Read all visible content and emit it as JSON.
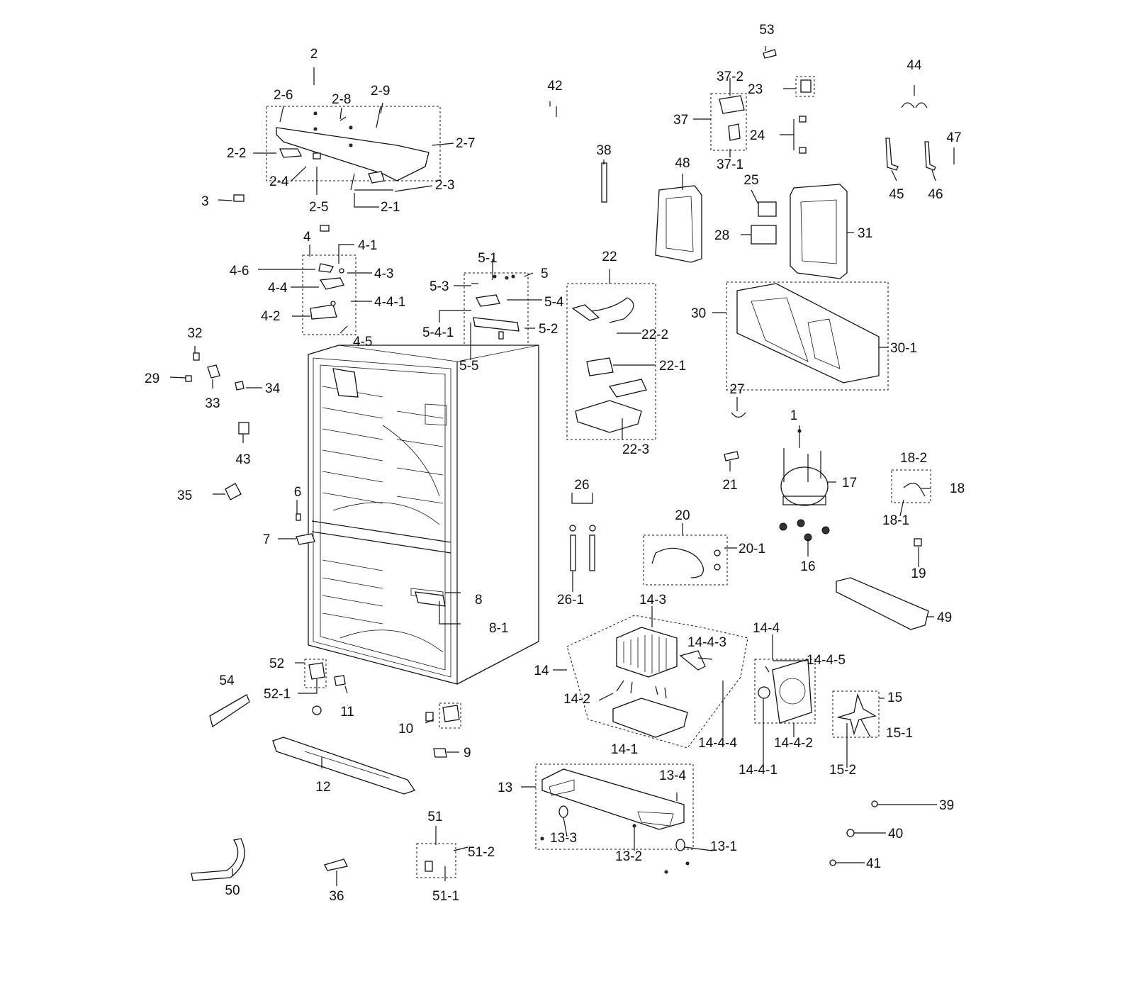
{
  "diagram": {
    "labels": [
      "1",
      "2",
      "2-1",
      "2-2",
      "2-3",
      "2-4",
      "2-5",
      "2-6",
      "2-7",
      "2-8",
      "2-9",
      "3",
      "4",
      "4-1",
      "4-2",
      "4-3",
      "4-4",
      "4-4-1",
      "4-5",
      "4-6",
      "5",
      "5-1",
      "5-2",
      "5-3",
      "5-4",
      "5-4-1",
      "5-5",
      "6",
      "7",
      "8",
      "8-1",
      "9",
      "10",
      "11",
      "12",
      "13",
      "13-1",
      "13-2",
      "13-3",
      "13-4",
      "14",
      "14-1",
      "14-2",
      "14-3",
      "14-4",
      "14-4-1",
      "14-4-2",
      "14-4-3",
      "14-4-4",
      "14-4-5",
      "15",
      "15-1",
      "15-2",
      "16",
      "17",
      "18",
      "18-1",
      "18-2",
      "19",
      "20",
      "20-1",
      "21",
      "22",
      "22-1",
      "22-2",
      "22-3",
      "23",
      "24",
      "25",
      "26",
      "26-1",
      "27",
      "28",
      "29",
      "30",
      "30-1",
      "31",
      "32",
      "33",
      "34",
      "35",
      "36",
      "37",
      "37-1",
      "37-2",
      "38",
      "39",
      "40",
      "41",
      "42",
      "43",
      "44",
      "45",
      "46",
      "47",
      "48",
      "49",
      "50",
      "51",
      "51-1",
      "51-2",
      "52",
      "52-1",
      "53",
      "54"
    ]
  }
}
